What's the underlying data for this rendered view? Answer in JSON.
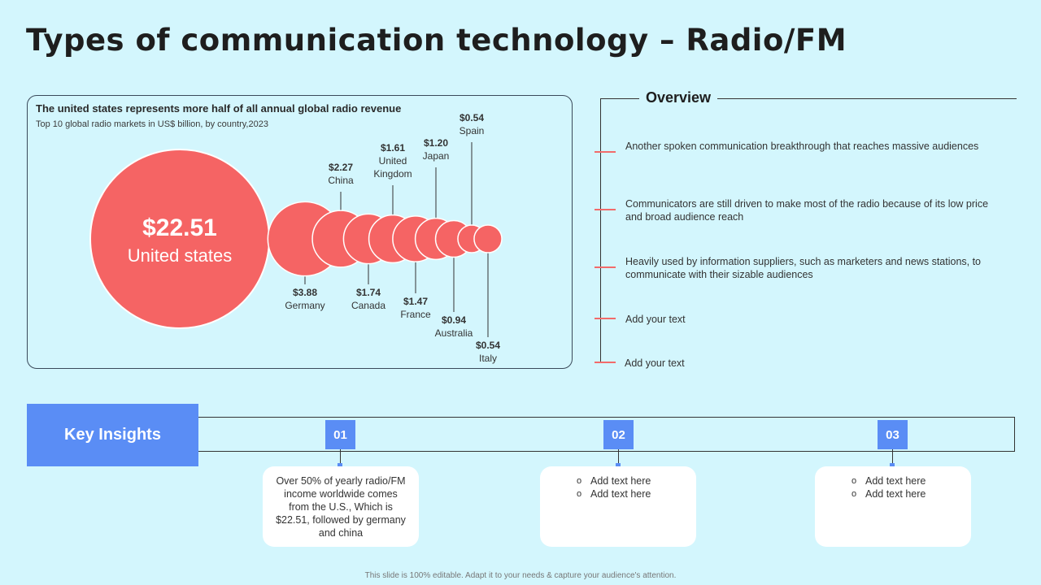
{
  "title": "Types of communication technology – Radio/FM",
  "chart": {
    "heading": "The united states represents more half of all annual global radio revenue",
    "subheading": "Top 10 global radio markets in US$ billion, by country,2023"
  },
  "chart_data": {
    "type": "bubble",
    "title": "The united states represents more half of all annual global radio revenue",
    "subtitle": "Top 10 global radio markets in US$ billion, by country,2023",
    "colors": {
      "bubble": "#f56464",
      "label_value": "#333333"
    },
    "points": [
      {
        "country": "United states",
        "value": 22.51,
        "label": "$22.51"
      },
      {
        "country": "Germany",
        "value": 3.88,
        "label": "$3.88"
      },
      {
        "country": "China",
        "value": 2.27,
        "label": "$2.27"
      },
      {
        "country": "Canada",
        "value": 1.74,
        "label": "$1.74"
      },
      {
        "country": "United Kingdom",
        "value": 1.61,
        "label": "$1.61"
      },
      {
        "country": "France",
        "value": 1.47,
        "label": "$1.47"
      },
      {
        "country": "Japan",
        "value": 1.2,
        "label": "$1.20"
      },
      {
        "country": "Australia",
        "value": 0.94,
        "label": "$0.94"
      },
      {
        "country": "Spain",
        "value": 0.54,
        "label": "$0.54"
      },
      {
        "country": "Italy",
        "value": 0.54,
        "label": "$0.54"
      }
    ]
  },
  "overview": {
    "title": "Overview",
    "items": [
      "Another spoken communication breakthrough  that reaches massive audiences",
      "Communicators  are still driven  to make most of the radio  because of its low price and broad  audience reach",
      "Heavily  used by information  suppliers,  such as marketers and news stations, to communicate with their sizable audiences",
      "Add your text",
      "Add your text"
    ],
    "tick_color": "#f26b6b"
  },
  "insights": {
    "label": "Key Insights",
    "accent": "#5a8df5",
    "steps": [
      {
        "num": "01",
        "text": "Over  50%  of yearly radio/FM  income worldwide comes from the U.S., Which is $22.51,  followed  by germany  and china"
      },
      {
        "num": "02",
        "bullets": [
          "Add text here",
          "Add text here"
        ]
      },
      {
        "num": "03",
        "bullets": [
          "Add text here",
          "Add text here"
        ]
      }
    ]
  },
  "footer": "This slide is 100% editable.  Adapt it to your needs & capture your audience's attention."
}
